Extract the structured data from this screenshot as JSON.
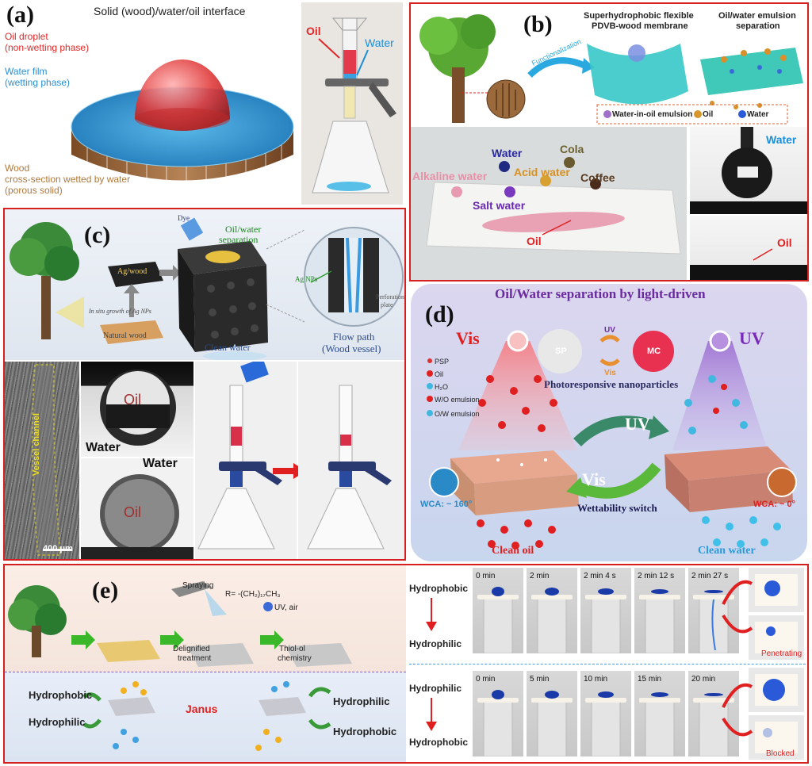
{
  "panel_a": {
    "letter": "(a)",
    "title": "Solid (wood)/water/oil interface",
    "oil_droplet": "Oil droplet",
    "oil_droplet_sub": "(non-wetting phase)",
    "water_film": "Water film",
    "water_film_sub": "(wetting phase)",
    "wood_1": "Wood",
    "wood_2": "cross-section wetted by water",
    "wood_3": "(porous solid)",
    "photo_oil": "Oil",
    "photo_water": "Water",
    "colors": {
      "oil": "#e03030",
      "water": "#2a8fd0",
      "wood": "#b07838"
    }
  },
  "panel_b": {
    "letter": "(b)",
    "membrane_1": "Superhydrophobic flexible",
    "membrane_2": "PDVB-wood membrane",
    "separation_1": "Oil/water emulsion",
    "separation_2": "separation",
    "functionalization": "Functionalization",
    "legend_emulsion": "Water-in-oil emulsion",
    "legend_oil": "Oil",
    "legend_water": "Water",
    "drop_water": "Water",
    "drop_cola": "Cola",
    "drop_acid": "Acid water",
    "drop_coffee": "Coffee",
    "drop_alkaline": "Alkaline water",
    "drop_salt": "Salt water",
    "oil_label": "Oil",
    "contact_water": "Water",
    "contact_oil": "Oil"
  },
  "panel_c": {
    "letter": "(c)",
    "dye": "Dye",
    "oil_water_1": "Oil/water",
    "oil_water_2": "separation",
    "ag_wood": "Ag/wood",
    "in_situ": "In situ growth of Ag NPs",
    "natural_wood": "Natural wood",
    "clean_water": "Clean water",
    "ag_nps": "Ag NPs",
    "perforation_1": "Perforation",
    "perforation_2": "plate",
    "flow_path_1": "Flow path",
    "flow_path_2": "(Wood vessel)",
    "vessel_channel": "Vessel channel",
    "scale_bar": "400 μm",
    "sem_oil": "Oil",
    "sem_water": "Water",
    "sem_water_2": "Water",
    "sem_oil_2": "Oil"
  },
  "panel_d": {
    "letter": "(d)",
    "title": "Oil/Water separation by light-driven",
    "vis": "Vis",
    "uv": "UV",
    "sp": "SP",
    "mc": "MC",
    "uv_small": "UV",
    "vis_small": "Vis",
    "photoresponsive": "Photoresponsive nanoparticles",
    "legend": [
      "PSP",
      "Oil",
      "H₂O",
      "W/O emulsion",
      "O/W emulsion"
    ],
    "switch_uv": "UV",
    "switch_vis": "Vis",
    "wettability": "Wettability switch",
    "wca_left": "WCA: ~ 160°",
    "wca_right": "WCA: ~ 0°",
    "clean_oil": "Clean oil",
    "clean_water": "Clean water"
  },
  "panel_e": {
    "letter": "(e)",
    "formula": "R= -(CH₂)₁₇CH₃",
    "spraying": "Spraying",
    "delignified_1": "Delignified",
    "delignified_2": "treatment",
    "uv_air": "UV, air",
    "thiol_1": "Thiol-ol",
    "thiol_2": "chemistry",
    "janus": "Janus",
    "left_hydrophobic": "Hydrophobic",
    "left_hydrophilic": "Hydrophilic",
    "right_hydrophilic": "Hydrophilic",
    "right_hydrophobic": "Hydrophobic",
    "row1_from": "Hydrophobic",
    "row1_to": "Hydrophilic",
    "row2_from": "Hydrophilic",
    "row2_to": "Hydrophobic",
    "row1_times": [
      "0 min",
      "2 min",
      "2 min 4 s",
      "2 min 12 s",
      "2 min 27 s"
    ],
    "row2_times": [
      "0 min",
      "5 min",
      "10 min",
      "15 min",
      "20 min"
    ],
    "penetrating": "Penetrating",
    "blocked": "Blocked"
  }
}
